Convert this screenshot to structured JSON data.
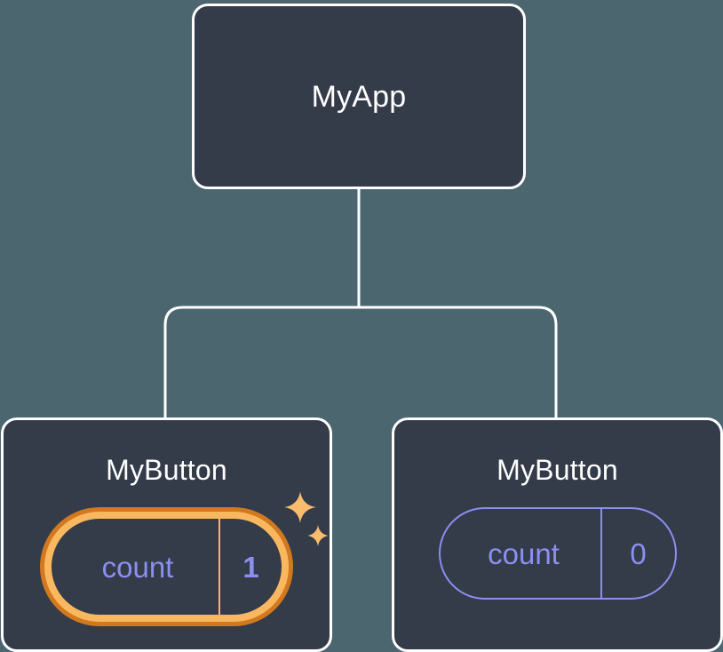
{
  "diagram": {
    "title": "React component tree with state highlight",
    "type": "tree",
    "background_color": "#4c6670",
    "node_fill_color": "#343b49",
    "node_border_color": "#ffffff",
    "connector_color": "#ffffff",
    "accent_purple": "#8b8ff0",
    "accent_amber": "#f9b860",
    "accent_amber_dark": "#d2791f"
  },
  "root": {
    "label": "MyApp"
  },
  "children": [
    {
      "label": "MyButton",
      "state": {
        "key": "count",
        "value": "1"
      },
      "highlighted": true,
      "sparkle_count": 2
    },
    {
      "label": "MyButton",
      "state": {
        "key": "count",
        "value": "0"
      },
      "highlighted": false,
      "sparkle_count": 0
    }
  ]
}
